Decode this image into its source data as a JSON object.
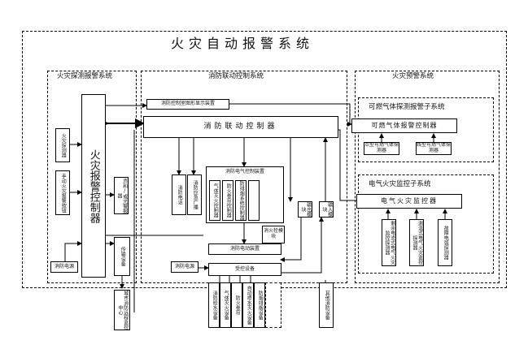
{
  "title": "火灾自动报警系统",
  "sections": {
    "detect": "火灾探测报警系统",
    "linkage": "消防联动控制系统",
    "warning": "火灾预警系统",
    "gas": "可燃气体探测报警子系统",
    "electric": "电气火灾监控子系统"
  },
  "detect": {
    "fire_detector": "火灾探测器",
    "manual_button": "手动火灾报警按钮",
    "alarm_controller": "火灾报警控制器",
    "sound_light": "声和/或光警报器",
    "power": "消防电源",
    "transmitter": "传输设备",
    "remote_center": "城市消防远程监控中心"
  },
  "linkage": {
    "graphic_display": "消防控制室图形显示装置",
    "linkage_controller": "消防联动控制器",
    "electric_ctrl_device": "消防电气控制装置",
    "fire_telephone": "消防电话",
    "broadcast": "消防应急广播",
    "gas_extinguish": "气体灭火控制器",
    "smoke_control": "防火卷帘控制器",
    "other_ctrl": "防排烟系统控制器",
    "modules_label": "消火栓模块",
    "power": "消防电源",
    "power_monitor": "消防电动装置",
    "output_module": "输出模块",
    "input_module": "输入模块",
    "controlled_devices": "受控设备",
    "dev1": "消防给水设备",
    "dev2": "气体灭火设备",
    "dev3": "防火卷帘",
    "dev4": "自动喷水灭火设备",
    "dev5": "防烟排烟设备",
    "other_devices": "其他消防设备"
  },
  "warning": {
    "gas_controller": "可燃气体报警控制器",
    "gas_detector_point": "点型可燃气体探测器",
    "gas_detector_line": "线型可燃气体探测器",
    "electric_controller": "电气火灾监控器",
    "residual_current": "剩余电流式电气火灾监控探测器",
    "temperature": "测温式电气火灾监控探测器",
    "fault_arc": "故障电弧探测器"
  }
}
